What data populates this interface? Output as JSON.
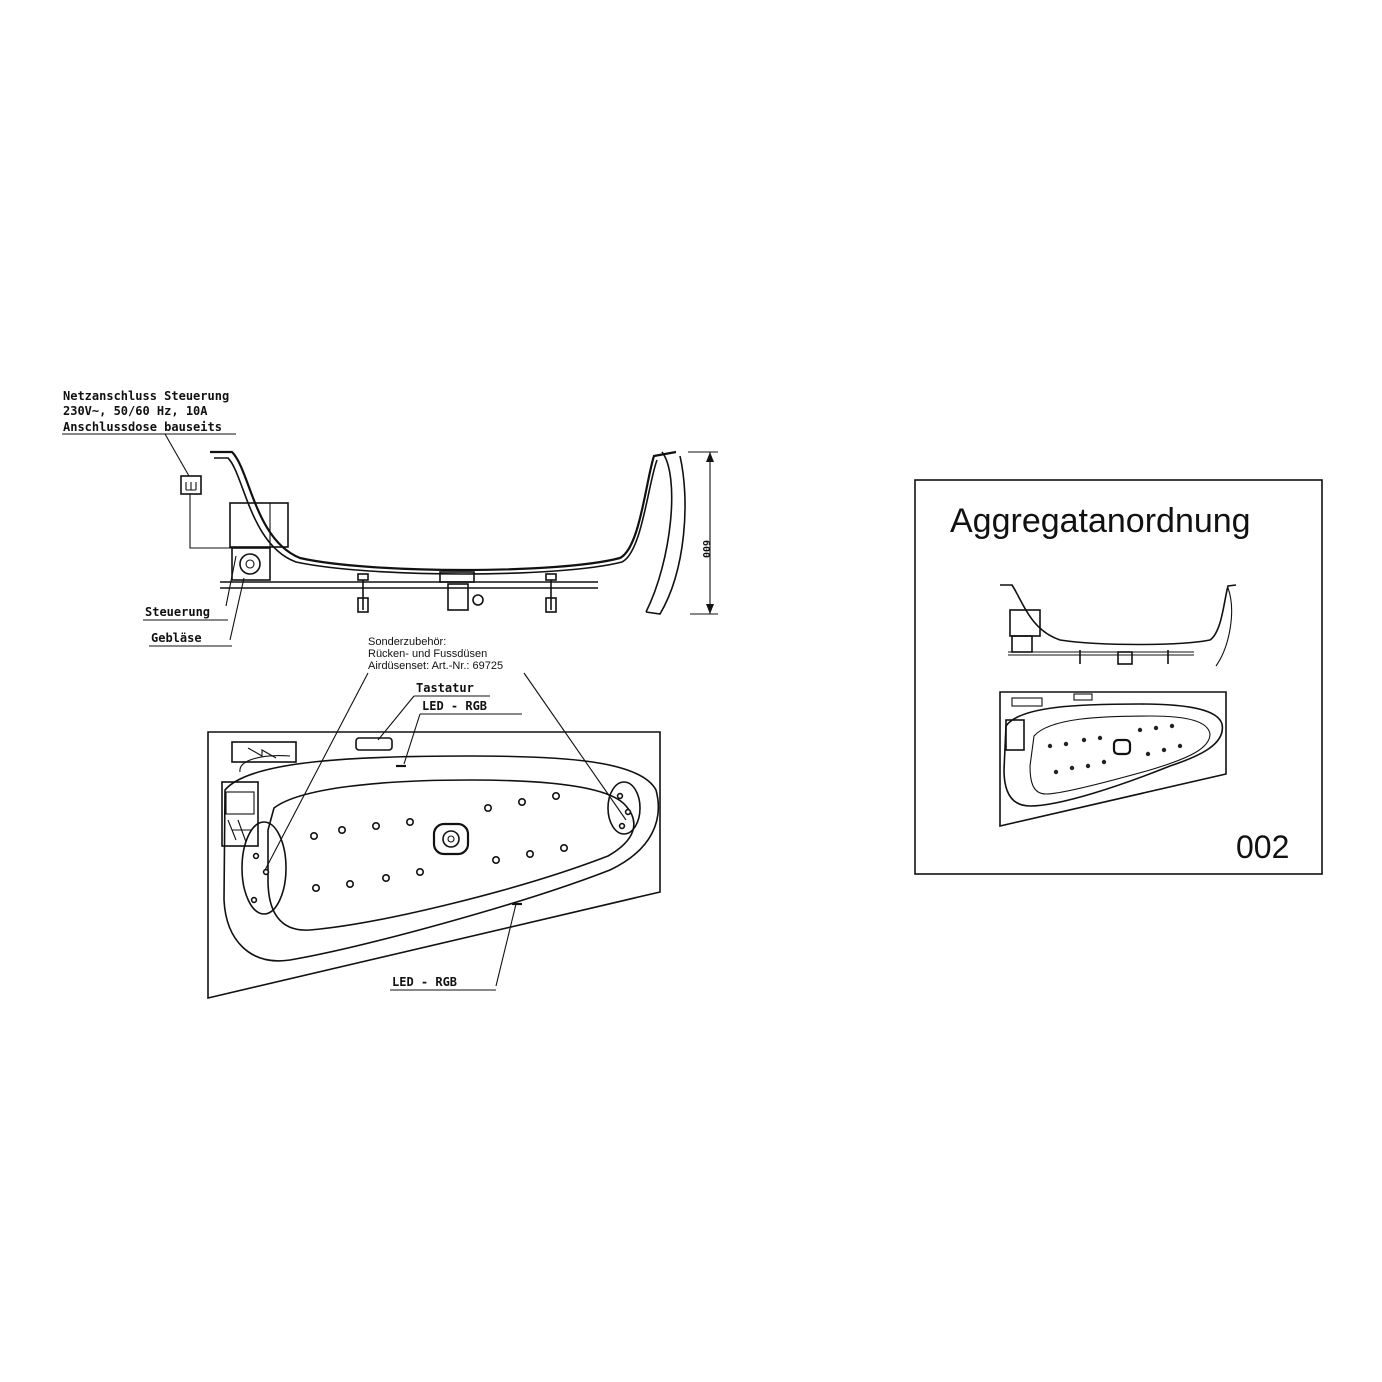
{
  "side_view": {
    "power_label_1": "Netzanschluss Steuerung",
    "power_label_2": "230V~, 50/60 Hz, 10A",
    "power_label_3": "Anschlussdose bauseits",
    "control_label": "Steuerung",
    "blower_label": "Gebläse",
    "height_dim": "600"
  },
  "top_view": {
    "accessory_line_1": "Sonderzubehör:",
    "accessory_line_2": "Rücken- und Fussdüsen",
    "accessory_line_3": "Airdüsenset: Art.-Nr.: 69725",
    "keypad_label": "Tastatur",
    "led_top_label": "LED - RGB",
    "led_bottom_label": "LED - RGB"
  },
  "unit_panel": {
    "title": "Aggregatanordnung",
    "number": "002"
  }
}
